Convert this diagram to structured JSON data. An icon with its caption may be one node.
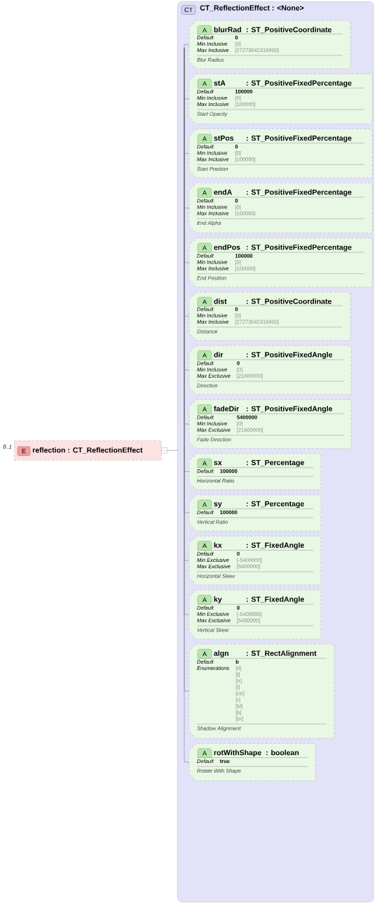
{
  "diagram": {
    "nodes": [
      {
        "text": [
          "E",
          "reflection : CT_ReflectionEffect"
        ],
        "beside": [
          "0..1"
        ]
      },
      {
        "text": [
          "CT",
          "CT_ReflectionEffect : <None>"
        ]
      },
      {
        "text": [
          "A",
          "blurRad",
          ": ST_PositiveCoordinate",
          "Default",
          "0",
          "Min Inclusive",
          "[0]",
          "Max Inclusive",
          "[27273042316900]",
          "Blur Radius"
        ],
        "in": 1
      },
      {
        "text": [
          "A",
          "stA",
          ": ST_PositiveFixedPercentage",
          "Default",
          "100000",
          "Min Inclusive",
          "[0]",
          "Max Inclusive",
          "[100000]",
          "Start Opacity"
        ],
        "in": 1
      },
      {
        "text": [
          "A",
          "stPos",
          ": ST_PositiveFixedPercentage",
          "Default",
          "0",
          "Min Inclusive",
          "[0]",
          "Max Inclusive",
          "[100000]",
          "Start Position"
        ],
        "in": 1
      },
      {
        "text": [
          "A",
          "endA",
          ": ST_PositiveFixedPercentage",
          "Default",
          "0",
          "Min Inclusive",
          "[0]",
          "Max Inclusive",
          "[100000]",
          "End Alpha"
        ],
        "in": 1
      },
      {
        "text": [
          "A",
          "endPos",
          ": ST_PositiveFixedPercentage",
          "Default",
          "100000",
          "Min Inclusive",
          "[0]",
          "Max Inclusive",
          "[100000]",
          "End Position"
        ],
        "in": 1
      },
      {
        "text": [
          "A",
          "dist",
          ": ST_PositiveCoordinate",
          "Default",
          "0",
          "Min Inclusive",
          "[0]",
          "Max Inclusive",
          "[27273042316900]",
          "Distance"
        ],
        "in": 1
      },
      {
        "text": [
          "A",
          "dir",
          ": ST_PositiveFixedAngle",
          "Default",
          "0",
          "Min Inclusive",
          "[0]",
          "Max Exclusive",
          "[21600000]",
          "Direction"
        ],
        "in": 1
      },
      {
        "text": [
          "A",
          "fadeDir",
          ": ST_PositiveFixedAngle",
          "Default",
          "5400000",
          "Min Inclusive",
          "[0]",
          "Max Exclusive",
          "[21600000]",
          "Fade Direction"
        ],
        "in": 1
      },
      {
        "text": [
          "A",
          "sx",
          ": ST_Percentage",
          "Default",
          "100000",
          "Horizontal Ratio"
        ],
        "in": 1
      },
      {
        "text": [
          "A",
          "sy",
          ": ST_Percentage",
          "Default",
          "100000",
          "Vertical Ratio"
        ],
        "in": 1
      },
      {
        "text": [
          "A",
          "kx",
          ": ST_FixedAngle",
          "Default",
          "0",
          "Min Exclusive",
          "[-5400000]",
          "Max Exclusive",
          "[5400000]",
          "Horizontal Skew"
        ],
        "in": 1
      },
      {
        "text": [
          "A",
          "ky",
          ": ST_FixedAngle",
          "Default",
          "0",
          "Min Exclusive",
          "[-5400000]",
          "Max Exclusive",
          "[5400000]",
          "Vertical Skew"
        ],
        "in": 1
      },
      {
        "text": [
          "A",
          "algn",
          ": ST_RectAlignment",
          "Default",
          "b",
          "Enumerations",
          "[tl] [t] [tr] [l] [ctr] [r] [bl] [b] [br]",
          "Shadow Alignment"
        ],
        "in": 1
      },
      {
        "text": [
          "A",
          "rotWithShape",
          ": boolean",
          "Default",
          "true",
          "Rotate With Shape"
        ],
        "in": 1
      }
    ],
    "edges": [
      {
        "from": 0,
        "to": 1,
        "arrow": "none"
      },
      {
        "from": 1,
        "to": 2,
        "arrow": "none"
      },
      {
        "from": 1,
        "to": 3,
        "arrow": "none"
      },
      {
        "from": 1,
        "to": 4,
        "arrow": "none"
      },
      {
        "from": 1,
        "to": 5,
        "arrow": "none"
      },
      {
        "from": 1,
        "to": 6,
        "arrow": "none"
      },
      {
        "from": 1,
        "to": 7,
        "arrow": "none"
      },
      {
        "from": 1,
        "to": 8,
        "arrow": "none"
      },
      {
        "from": 1,
        "to": 9,
        "arrow": "none"
      },
      {
        "from": 1,
        "to": 10,
        "arrow": "none"
      },
      {
        "from": 1,
        "to": 11,
        "arrow": "none"
      },
      {
        "from": 1,
        "to": 12,
        "arrow": "none"
      },
      {
        "from": 1,
        "to": 13,
        "arrow": "none"
      },
      {
        "from": 1,
        "to": 14,
        "arrow": "none"
      },
      {
        "from": 1,
        "to": 15,
        "arrow": "none"
      }
    ]
  }
}
